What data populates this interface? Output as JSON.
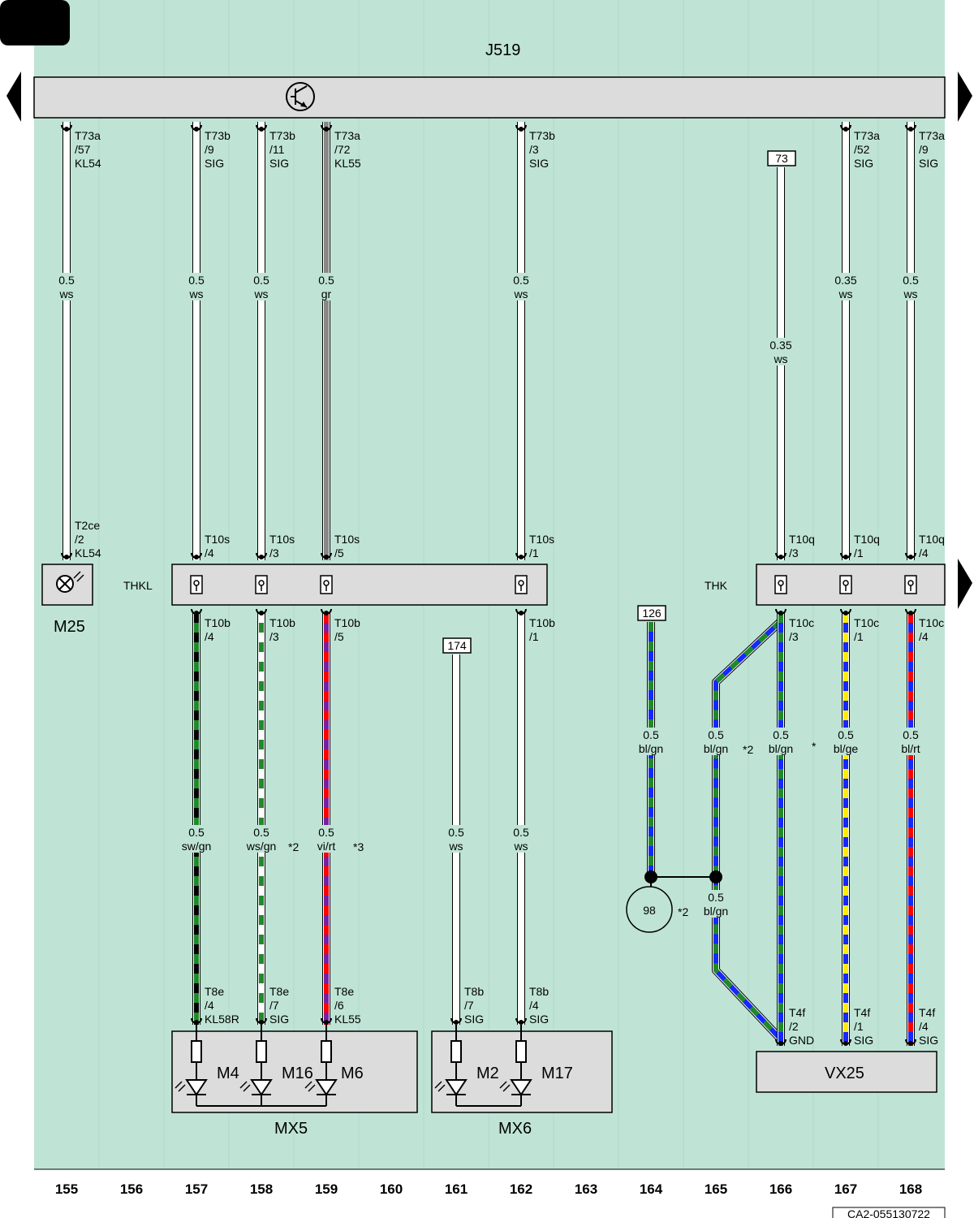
{
  "page_id": "",
  "colors": {
    "background": "#bfe4d6",
    "module": "#dcdcdc",
    "ws": "#ffffff",
    "gr": "#888888",
    "sw": "#000000",
    "gn": "#1f8a2a",
    "vi": "#7a1fa0",
    "rt": "#ff0000",
    "bl": "#1428ff",
    "ge": "#ffee00"
  },
  "modules": {
    "top": "J519",
    "thkl": "THKL",
    "thk": "THK",
    "mx5": "MX5",
    "mx6": "MX6",
    "vx25": "VX25",
    "m25": "M25",
    "m4": "M4",
    "m16": "M16",
    "m6": "M6",
    "m2": "M2",
    "m17": "M17"
  },
  "refs": {
    "r73": "73",
    "r126": "126",
    "r174": "174",
    "r98": "98"
  },
  "footnotes": {
    "f2": "*2",
    "f3": "*3",
    "fstar": "*"
  },
  "column_numbers": [
    "155",
    "156",
    "157",
    "158",
    "159",
    "160",
    "161",
    "162",
    "163",
    "164",
    "165",
    "166",
    "167",
    "168"
  ],
  "document_code": "CA2-055130722",
  "pin_labels": {
    "c155_top": [
      "T73a",
      "/57",
      "KL54"
    ],
    "c157_top": [
      "T73b",
      "/9",
      "SIG"
    ],
    "c158_top": [
      "T73b",
      "/11",
      "SIG"
    ],
    "c159_top": [
      "T73a",
      "/72",
      "KL55"
    ],
    "c162_top": [
      "T73b",
      "/3",
      "SIG"
    ],
    "c167_top": [
      "T73a",
      "/52",
      "SIG"
    ],
    "c168_top": [
      "T73a",
      "/9",
      "SIG"
    ],
    "c155_bot": [
      "T2ce",
      "/2",
      "KL54"
    ],
    "c157_thkl": [
      "T10s",
      "/4"
    ],
    "c158_thkl": [
      "T10s",
      "/3"
    ],
    "c159_thkl": [
      "T10s",
      "/5"
    ],
    "c162_thkl": [
      "T10s",
      "/1"
    ],
    "c166_thk": [
      "T10q",
      "/3"
    ],
    "c167_thk": [
      "T10q",
      "/1"
    ],
    "c168_thk": [
      "T10q",
      "/4"
    ],
    "c157_b": [
      "T10b",
      "/4"
    ],
    "c158_b": [
      "T10b",
      "/3"
    ],
    "c159_b": [
      "T10b",
      "/5"
    ],
    "c162_b": [
      "T10b",
      "/1"
    ],
    "c166_c": [
      "T10c",
      "/3"
    ],
    "c167_c": [
      "T10c",
      "/1"
    ],
    "c168_c": [
      "T10c",
      "/4"
    ],
    "c157_e": [
      "T8e",
      "/4",
      "KL58R"
    ],
    "c158_e": [
      "T8e",
      "/7",
      "SIG"
    ],
    "c159_e": [
      "T8e",
      "/6",
      "KL55"
    ],
    "c161_b8": [
      "T8b",
      "/7",
      "SIG"
    ],
    "c162_b8": [
      "T8b",
      "/4",
      "SIG"
    ],
    "c166_f": [
      "T4f",
      "/2",
      "GND"
    ],
    "c167_f": [
      "T4f",
      "/1",
      "SIG"
    ],
    "c168_f": [
      "T4f",
      "/4",
      "SIG"
    ]
  },
  "wire_labels": {
    "w155": [
      "0.5",
      "ws"
    ],
    "w157": [
      "0.5",
      "ws"
    ],
    "w158": [
      "0.5",
      "ws"
    ],
    "w159": [
      "0.5",
      "gr"
    ],
    "w162": [
      "0.5",
      "ws"
    ],
    "w166": [
      "0.35",
      "ws"
    ],
    "w167": [
      "0.35",
      "ws"
    ],
    "w168": [
      "0.5",
      "ws"
    ],
    "w157b": [
      "0.5",
      "sw/gn"
    ],
    "w158b": [
      "0.5",
      "ws/gn"
    ],
    "w159b": [
      "0.5",
      "vi/rt"
    ],
    "w161b": [
      "0.5",
      "ws"
    ],
    "w162b": [
      "0.5",
      "ws"
    ],
    "w164b": [
      "0.5",
      "bl/gn"
    ],
    "w165b": [
      "0.5",
      "bl/gn"
    ],
    "w166b": [
      "0.5",
      "bl/gn"
    ],
    "w167b": [
      "0.5",
      "bl/ge"
    ],
    "w168b": [
      "0.5",
      "bl/rt"
    ],
    "w165c": [
      "0.5",
      "bl/gn"
    ]
  }
}
